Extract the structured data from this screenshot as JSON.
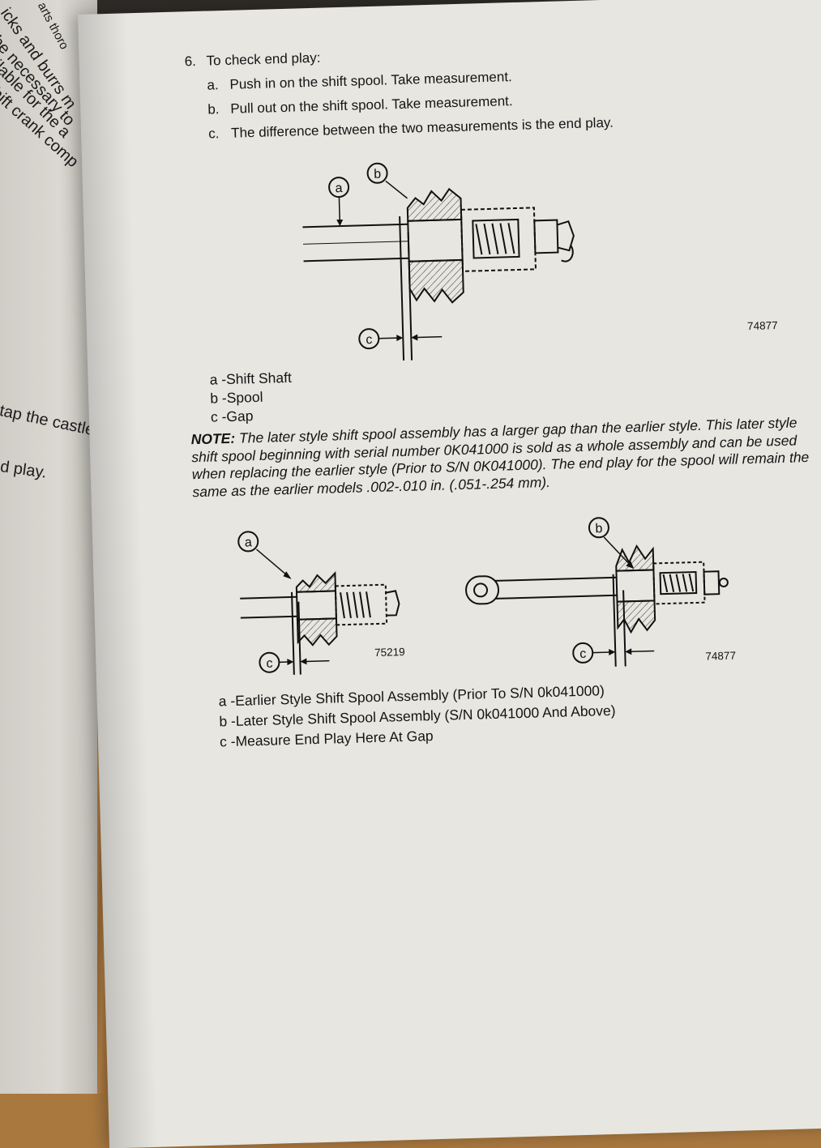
{
  "left_page": {
    "fragments": [
      "arts thoro",
      "icks and burrs m",
      "be necessary to",
      "ilable for the a",
      "hift crank comp",
      "tap the castle",
      "d play."
    ]
  },
  "step": {
    "number": "6.",
    "title": "To check end play:",
    "substeps": [
      {
        "letter": "a.",
        "text": "Push in on the shift spool. Take measurement."
      },
      {
        "letter": "b.",
        "text": "Pull out on the shift spool. Take measurement."
      },
      {
        "letter": "c.",
        "text": "The difference between the two measurements is the end play."
      }
    ]
  },
  "figure1": {
    "callouts": [
      "a",
      "b",
      "c"
    ],
    "number": "74877",
    "legend": [
      "a -Shift Shaft",
      "b -Spool",
      "c -Gap"
    ]
  },
  "note": {
    "label": "NOTE:",
    "text": "The later style shift spool assembly has a larger gap than the earlier style. This later style shift spool beginning with serial number 0K041000 is sold as a whole assembly and can be used when replacing the earlier style (Prior to S/N 0K041000). The end play for the spool will remain the same as the earlier models .002-.010 in. (.051-.254 mm)."
  },
  "figure2": {
    "callouts_left": [
      "a",
      "c"
    ],
    "callouts_right": [
      "b",
      "c"
    ],
    "number_left": "75219",
    "number_right": "74877",
    "legend": [
      "a -Earlier Style Shift Spool Assembly (Prior To S/N 0k041000)",
      "b -Later Style Shift Spool Assembly (S/N 0k041000 And Above)",
      "c -Measure End Play Here At Gap"
    ]
  }
}
